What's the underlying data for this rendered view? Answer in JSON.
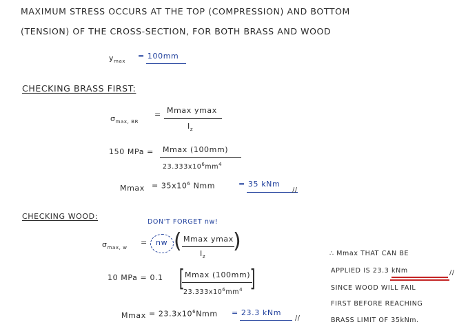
{
  "intro": {
    "line1": "MAXIMUM STRESS OCCURS AT THE TOP (COMPRESSION) AND BOTTOM",
    "line2": "(TENSION) OF THE CROSS-SECTION, FOR BOTH BRASS AND WOOD"
  },
  "ymax": {
    "symbol": "y",
    "subscript": "max",
    "value": "= 100mm"
  },
  "brass": {
    "heading": "CHECKING BRASS FIRST:",
    "sigma_label": "σ",
    "sigma_sub": "max, BR",
    "formula_eq": "=",
    "numerator": "Mmax ymax",
    "denominator": "I",
    "denominator_sub": "z",
    "stress_value": "150 MPa =",
    "sub_numerator": "Mmax (100mm)",
    "sub_denominator": "23.333x10",
    "sub_denominator_exp": "6",
    "sub_denominator_unit": "mm",
    "sub_denominator_unit_exp": "4",
    "m_label": "Mmax",
    "m_value": "= 35x10",
    "m_value_exp": "6",
    "m_value_unit": " Nmm",
    "result": "= 35 kNm"
  },
  "wood": {
    "heading": "CHECKING WOOD:",
    "note": "DON'T FORGET nw!",
    "sigma_label": "σ",
    "sigma_sub": "max, w",
    "eq": "=",
    "nw": "nw",
    "numerator": "Mmax ymax",
    "denominator": "I",
    "denominator_sub": "z",
    "stress_value": "10 MPa = 0.1",
    "sub_numerator": "Mmax (100mm)",
    "sub_denominator": "23.333x10",
    "sub_denominator_exp": "6",
    "sub_denominator_unit": "mm",
    "sub_denominator_unit_exp": "4",
    "m_label": "Mmax",
    "m_value": "= 23.3x10",
    "m_value_exp": "6",
    "m_value_unit": "Nmm",
    "result": "= 23.3 kNm"
  },
  "conclusion": {
    "line1": "∴ Mmax THAT CAN BE",
    "line2_prefix": "APPLIED IS ",
    "line2_value": "23.3 kNm",
    "line3": "SINCE WOOD WILL FAIL",
    "line4": "FIRST BEFORE REACHING",
    "line5": "BRASS LIMIT OF 35kNm."
  },
  "colors": {
    "ink": "#2a2a2a",
    "blue": "#1f3f9c",
    "red": "#c42525"
  }
}
